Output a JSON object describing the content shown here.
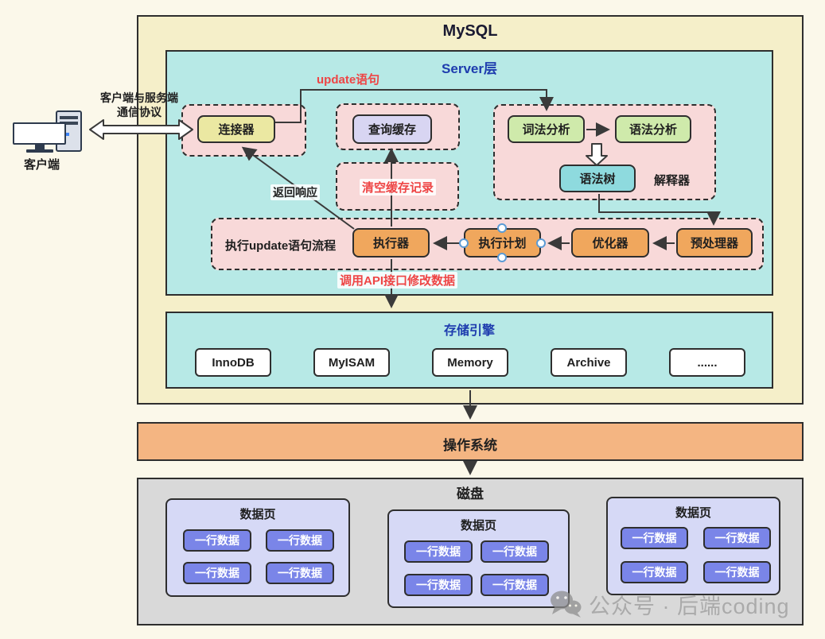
{
  "diagram": {
    "mysql_title": "MySQL",
    "server_title": "Server层",
    "update_label": "update语句",
    "connector": "连接器",
    "query_cache": "查询缓存",
    "clear_cache": "清空缓存记录",
    "return_response": "返回响应",
    "lexical": "词法分析",
    "syntax": "语法分析",
    "syntax_tree": "语法树",
    "interpreter": "解释器",
    "flow_label": "执行update语句流程",
    "executor": "执行器",
    "exec_plan": "执行计划",
    "optimizer": "优化器",
    "preprocessor": "预处理器",
    "call_api": "调用API接口修改数据",
    "storage_title": "存储引擎",
    "engines": [
      "InnoDB",
      "MyISAM",
      "Memory",
      "Archive",
      "......"
    ],
    "os_label": "操作系统",
    "disk_label": "磁盘",
    "page_label": "数据页",
    "row_label": "一行数据"
  },
  "client": {
    "label": "客户端",
    "protocol_line1": "客户端与服务端",
    "protocol_line2": "通信协议"
  },
  "watermark": {
    "text": "公众号 · 后端coding"
  },
  "colors": {
    "title_blue": "#1e3cae",
    "accent_red": "#ee4545",
    "mysql_bg": "#f5efc9",
    "server_bg": "#b7e9e6",
    "group_pink": "#f8d9d9",
    "connector_yellow": "#ebe8a2",
    "cache_lavender": "#d8d5f2",
    "parse_green": "#cfeaab",
    "tree_teal": "#8edade",
    "step_orange": "#f0a75d",
    "os_orange": "#f4b582",
    "disk_gray": "#d9d9d9",
    "page_lavender": "#d6d9f6",
    "row_purple": "#7a85e8"
  }
}
